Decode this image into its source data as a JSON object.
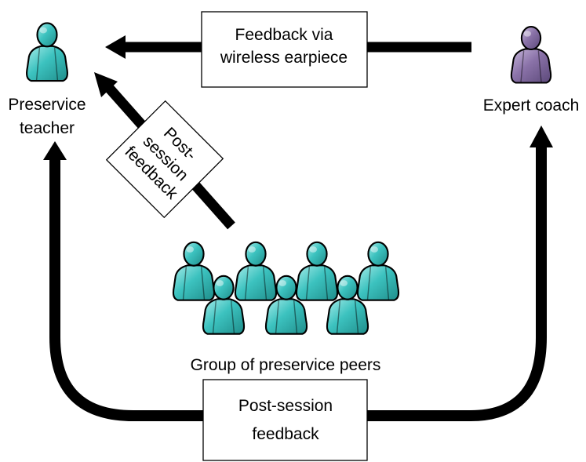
{
  "colors": {
    "teacher": "#3cc2bf",
    "teacher_dark": "#1f8d8a",
    "teacher_light": "#a8ece9",
    "coach": "#8a72a8",
    "coach_dark": "#5b4879",
    "coach_light": "#c8b8dc",
    "arrow": "#000000"
  },
  "nodes": {
    "teacher": {
      "label_line1": "Preservice",
      "label_line2": "teacher",
      "icon": "person-icon"
    },
    "coach": {
      "label": "Expert coach",
      "icon": "person-icon"
    },
    "peers": {
      "label": "Group of preservice peers",
      "icon": "person-group-icon"
    }
  },
  "edges": {
    "earpiece": {
      "label_line1": "Feedback via",
      "label_line2": "wireless earpiece"
    },
    "peer_feedback": {
      "label_line1": "Post-",
      "label_line2": "session",
      "label_line3": "feedback"
    },
    "bottom_feedback": {
      "label_line1": "Post-session",
      "label_line2": "feedback"
    }
  }
}
